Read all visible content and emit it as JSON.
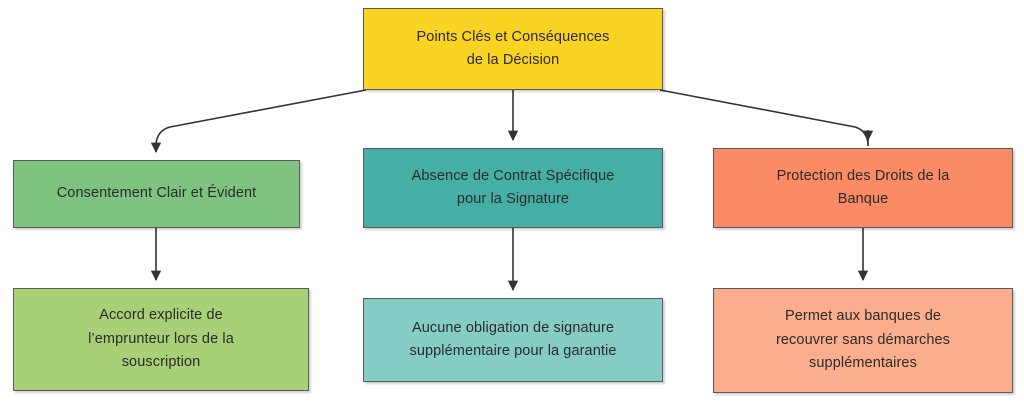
{
  "diagram": {
    "type": "flowchart",
    "direction": "top-down",
    "background": "#ffffff",
    "edge_color": "#333333",
    "border_color": "#5a5a5a",
    "text_color": "#2b2b2b",
    "nodes": {
      "root": {
        "label": "Points Clés et Conséquences\nde la Décision",
        "fill": "#F9D423"
      },
      "branch_consent": {
        "label": "Consentement Clair et Évident",
        "fill": "#7CC47F"
      },
      "branch_contract": {
        "label": "Absence de Contrat Spécifique\npour la Signature",
        "fill": "#45AFA6"
      },
      "branch_protection": {
        "label": "Protection des Droits de la\nBanque",
        "fill": "#FA8B64"
      },
      "detail_accord": {
        "label": "Accord explicite de\nl’emprunteur lors de la\nsouscription",
        "fill": "#A8D076"
      },
      "detail_obligation": {
        "label": "Aucune obligation de signature\nsupplémentaire pour la garantie",
        "fill": "#85CCC5"
      },
      "detail_recouvrer": {
        "label": "Permet aux banques de\nrecouvrer sans démarches\nsupplémentaires",
        "fill": "#FBAE8E"
      }
    },
    "edges": [
      {
        "from": "root",
        "to": "branch_consent",
        "style": "curved-elbow"
      },
      {
        "from": "root",
        "to": "branch_contract",
        "style": "straight"
      },
      {
        "from": "root",
        "to": "branch_protection",
        "style": "curved-elbow"
      },
      {
        "from": "branch_consent",
        "to": "detail_accord",
        "style": "straight"
      },
      {
        "from": "branch_contract",
        "to": "detail_obligation",
        "style": "straight"
      },
      {
        "from": "branch_protection",
        "to": "detail_recouvrer",
        "style": "straight"
      }
    ]
  }
}
